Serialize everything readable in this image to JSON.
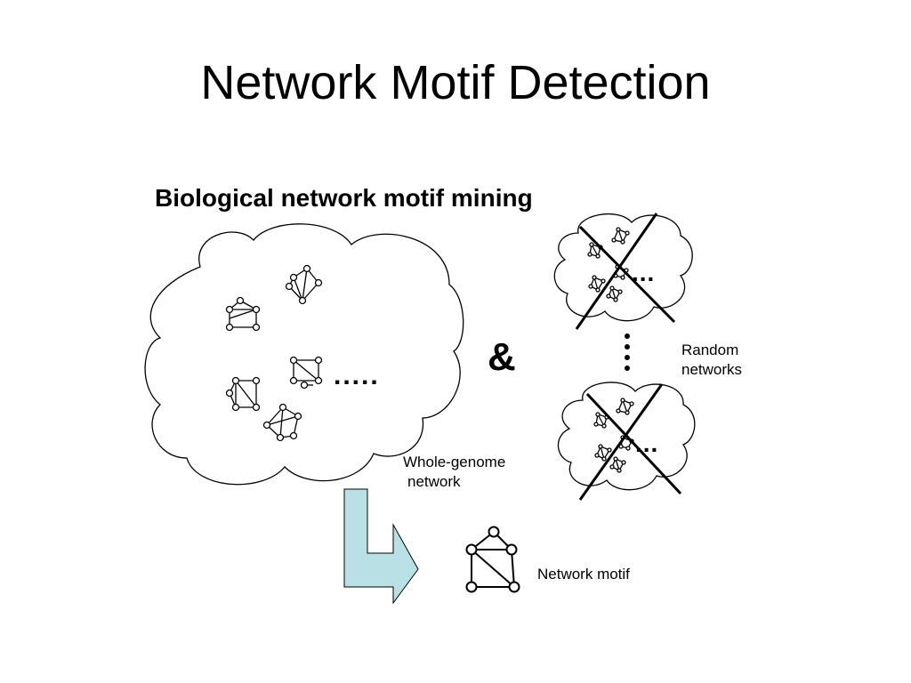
{
  "slide": {
    "title": "Network Motif Detection"
  },
  "figure": {
    "heading": "Biological network motif mining",
    "whole_genome_label_line1": "Whole-genome",
    "whole_genome_label_line2": "network",
    "ampersand": "&",
    "random_label_line1": "Random",
    "random_label_line2": "networks",
    "motif_label": "Network motif",
    "ellipsis": "....."
  },
  "colors": {
    "arrow_fill": "#b9e0e4",
    "stroke": "#000000",
    "background": "#ffffff"
  }
}
